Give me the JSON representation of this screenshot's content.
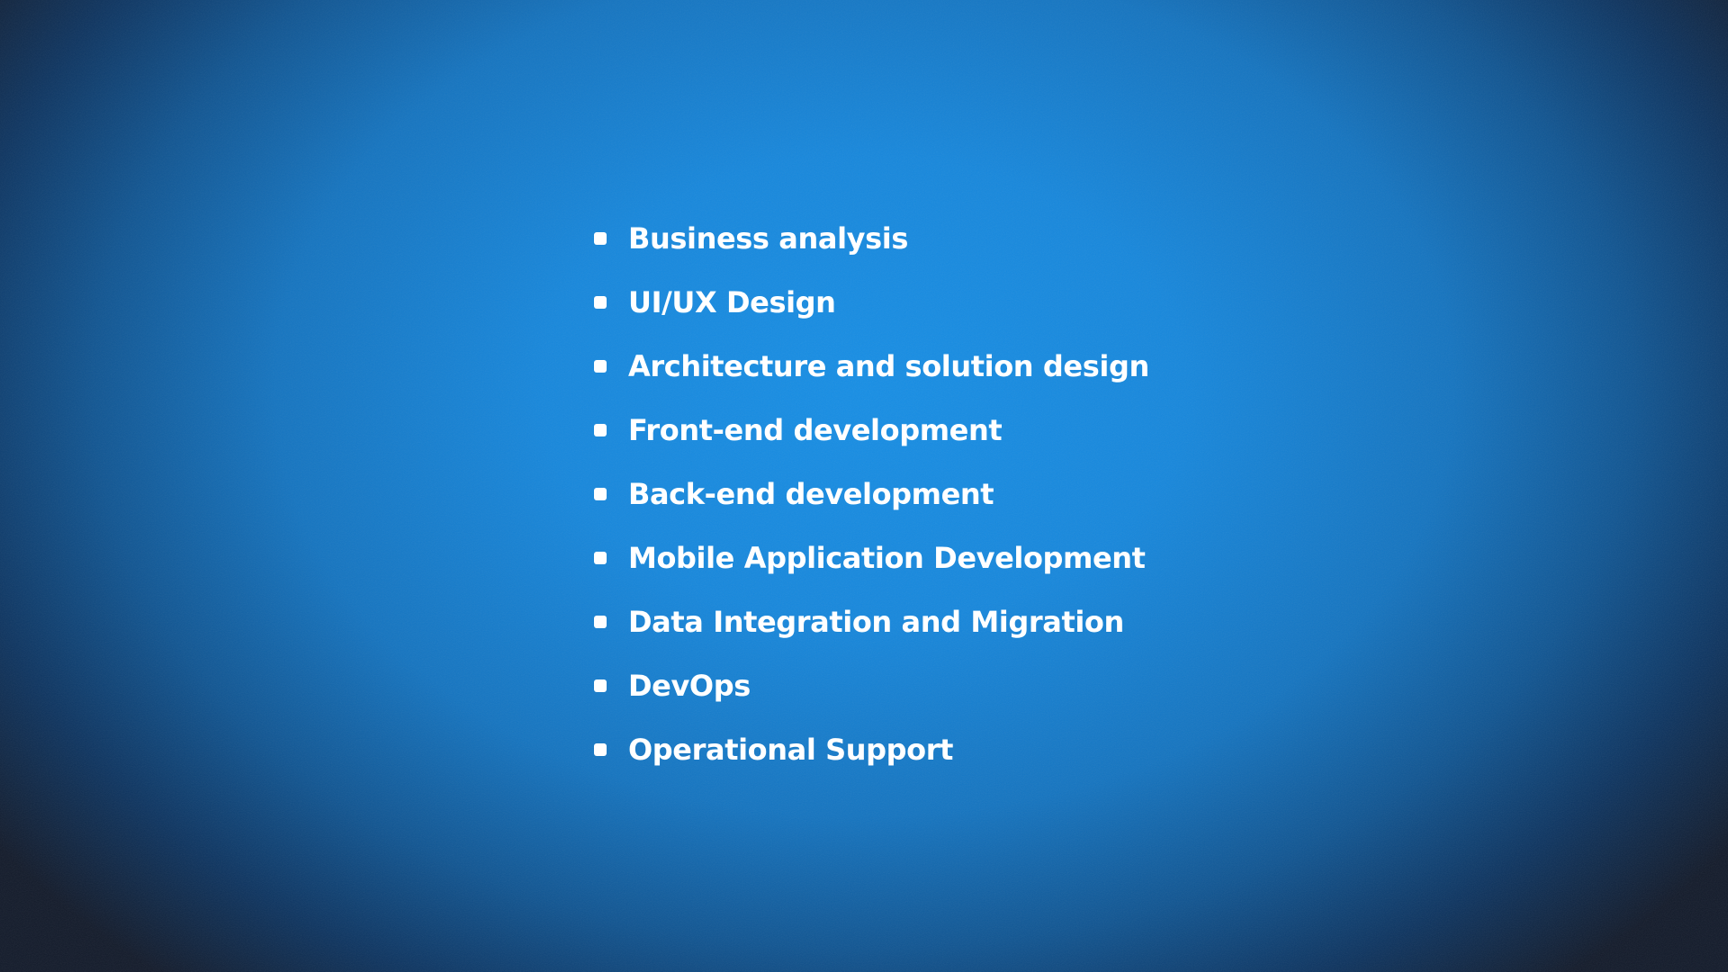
{
  "services": {
    "items": [
      {
        "label": "Business analysis"
      },
      {
        "label": "UI/UX Design"
      },
      {
        "label": "Architecture and solution design"
      },
      {
        "label": "Front-end development"
      },
      {
        "label": "Back-end development"
      },
      {
        "label": "Mobile Application Development"
      },
      {
        "label": "Data Integration and Migration"
      },
      {
        "label": "DevOps"
      },
      {
        "label": "Operational Support"
      }
    ]
  },
  "colors": {
    "background_center": "#168ee5",
    "background_edge": "#121a2a",
    "text": "#ffffff",
    "bullet": "#ffffff"
  }
}
